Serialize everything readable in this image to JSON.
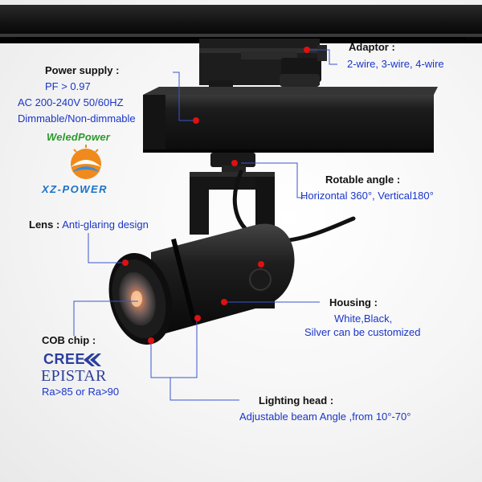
{
  "labels": {
    "adaptor": {
      "title": "Adaptor :",
      "value": "2-wire, 3-wire, 4-wire"
    },
    "power_supply": {
      "title": "Power  supply :",
      "lines": [
        "PF > 0.97",
        "AC 200-240V 50/60HZ",
        "Dimmable/Non-dimmable"
      ]
    },
    "rotatable": {
      "title": "Rotable angle :",
      "value": "Horizontal 360°, Vertical180°"
    },
    "lens": {
      "title": "Lens :",
      "value": "Anti-glaring design"
    },
    "housing": {
      "title": "Housing :",
      "lines": [
        "White,Black,",
        "Silver can be customized"
      ]
    },
    "cob": {
      "title": "COB chip :",
      "value": "Ra>85 or Ra>90"
    },
    "lighting_head": {
      "title": "Lighting head :",
      "value": "Adjustable beam Angle ,from 10°-70°"
    }
  },
  "logos": {
    "weled": "WeledPower",
    "xz": "XZ-POWER",
    "cree": "CREE",
    "epistar": "EPISTAR"
  },
  "colors": {
    "label_blue": "#1a35c9",
    "marker_red": "#e01010",
    "leader_blue": "#3a55d0",
    "fixture_black": "#1b1b1b"
  }
}
